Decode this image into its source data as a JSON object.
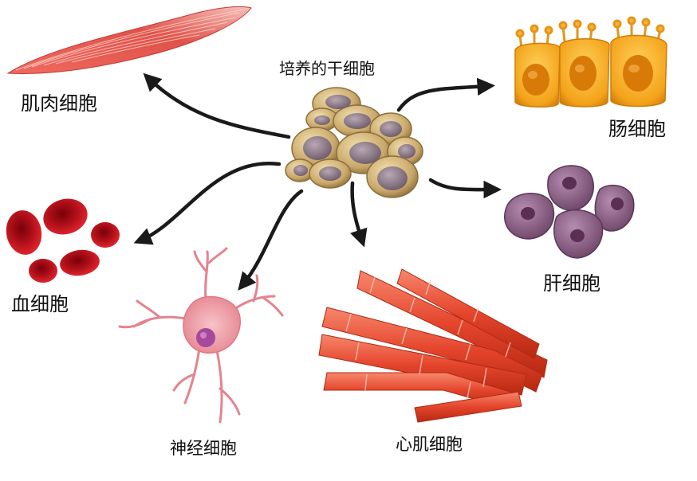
{
  "labels": {
    "stem": "培养的干细胞",
    "muscle": "肌肉细胞",
    "intestine": "肠细胞",
    "blood": "血细胞",
    "liver": "肝细胞",
    "nerve": "神经细胞",
    "heart": "心肌细胞"
  },
  "colors": {
    "arrow": "#1a1a1a",
    "stem_cell": "#c9a869",
    "stem_nucleus": "#8a7a86",
    "muscle": "#e0524a",
    "intestine": "#f3a21a",
    "intestine_nucleus": "#d77a08",
    "blood": "#c8101c",
    "liver": "#8d6288",
    "nerve": "#f2a6ae",
    "nerve_nucleus": "#a54a9a",
    "heart": "#e4452c"
  }
}
